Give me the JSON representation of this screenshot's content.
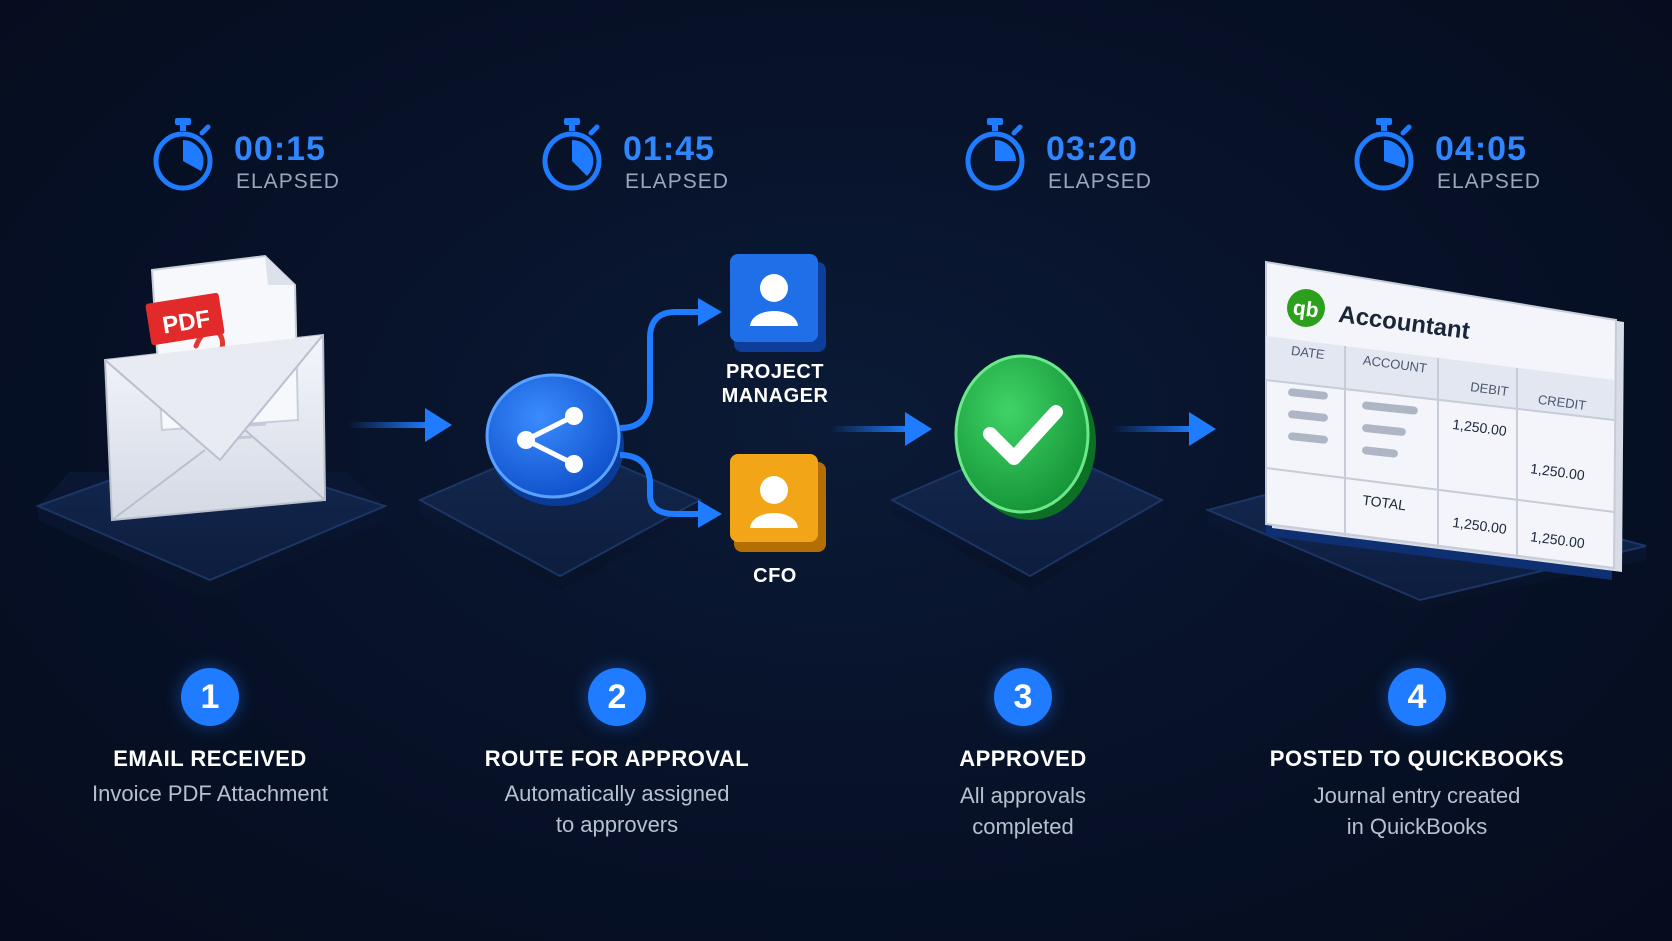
{
  "timers": [
    {
      "time": "00:15",
      "label": "ELAPSED"
    },
    {
      "time": "01:45",
      "label": "ELAPSED"
    },
    {
      "time": "03:20",
      "label": "ELAPSED"
    },
    {
      "time": "04:05",
      "label": "ELAPSED"
    }
  ],
  "steps": [
    {
      "number": "1",
      "title": "EMAIL RECEIVED",
      "desc": "Invoice PDF Attachment"
    },
    {
      "number": "2",
      "title": "ROUTE FOR APPROVAL",
      "desc": "Automatically assigned\nto approvers"
    },
    {
      "number": "3",
      "title": "APPROVED",
      "desc": "All approvals\ncompleted"
    },
    {
      "number": "4",
      "title": "POSTED TO QUICKBOOKS",
      "desc": "Journal entry created\nin QuickBooks"
    }
  ],
  "pdf_badge": "PDF",
  "approvers": [
    {
      "label": "PROJECT\nMANAGER",
      "color": "#1f6fe8"
    },
    {
      "label": "CFO",
      "color": "#f2a516"
    }
  ],
  "ledger": {
    "logo": "qb",
    "title": "Accountant",
    "headers": [
      "DATE",
      "ACCOUNT",
      "DEBIT",
      "CREDIT"
    ],
    "debit_value": "1,250.00",
    "credit_value": "1,250.00",
    "total_label": "TOTAL",
    "total_debit": "1,250.00",
    "total_credit": "1,250.00"
  },
  "colors": {
    "accent": "#1f7bff",
    "success": "#22b24c",
    "approver_blue": "#1f6fe8",
    "approver_orange": "#f2a516",
    "background": "#071127"
  }
}
